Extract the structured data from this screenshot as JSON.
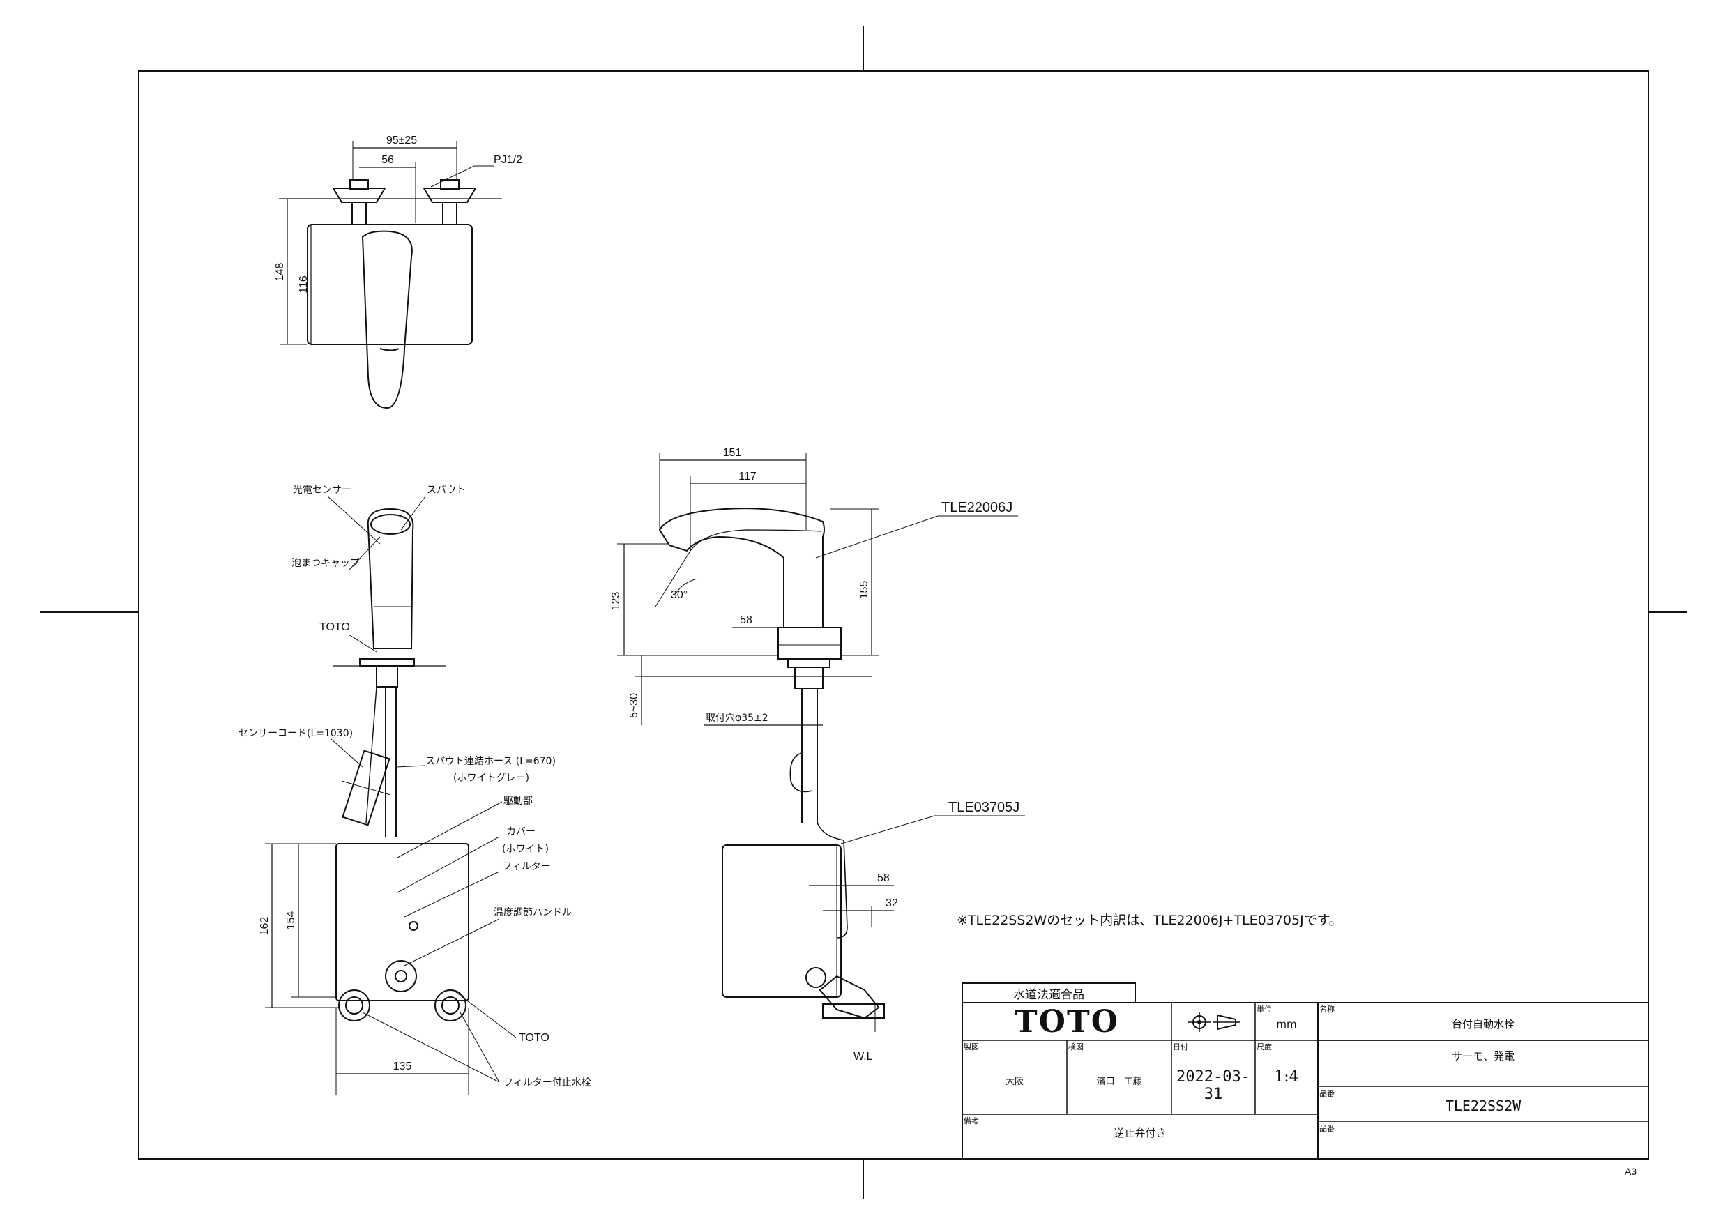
{
  "views": {
    "top": {
      "dim_spacing": "95±25",
      "dim_inner": "56",
      "dim_thread": "PJ1/2",
      "dim_height_total": "148",
      "dim_height_body": "116"
    },
    "front": {
      "label_sensor": "光電センサー",
      "label_spout": "スパウト",
      "label_cap": "泡まつキャップ",
      "label_brand": "TOTO",
      "label_cord": "センサーコード(L=1030)",
      "label_hose": "スパウト連結ホース (L=670)",
      "label_hose_color": "(ホワイトグレー)",
      "label_drive": "駆動部",
      "label_cover": "カバー",
      "label_cover_color": "(ホワイト)",
      "label_filter": "フィルター",
      "label_handle": "温度調節ハンドル",
      "label_brand2": "TOTO",
      "label_valve": "フィルター付止水栓",
      "dim_height_total": "162",
      "dim_height_body": "154",
      "dim_width": "135"
    },
    "side": {
      "dim_length": "151",
      "dim_reach": "117",
      "dim_angle": "30°",
      "dim_spout_height": "123",
      "dim_total_height": "155",
      "dim_base": "58",
      "dim_deck": "5~30",
      "dim_hole": "取付穴φ35±2",
      "dim_box_58": "58",
      "dim_box_32": "32",
      "label_wl": "W.L",
      "part_top": "TLE22006J",
      "part_bottom": "TLE03705J"
    }
  },
  "note": "※TLE22SS2Wのセット内訳は、TLE22006J+TLE03705Jです。",
  "title_block": {
    "cert": "水道法適合品",
    "logo": "TOTO",
    "unit_label": "単位",
    "unit": "mm",
    "name_label": "名称",
    "name_line1": "台付自動水栓",
    "name_line2": "サーモ、発電",
    "made_label": "製図",
    "made": "大阪",
    "check_label": "検図",
    "check": "濱口　工藤",
    "date_label": "日付",
    "date": "2022-03-31",
    "scale_label": "尺度",
    "scale": "1:4",
    "number_label": "品番",
    "number": "TLE22SS2W",
    "remark_label": "備考",
    "remark": "逆止弁付き",
    "spec_label": "品番"
  },
  "sheet_size": "A3"
}
